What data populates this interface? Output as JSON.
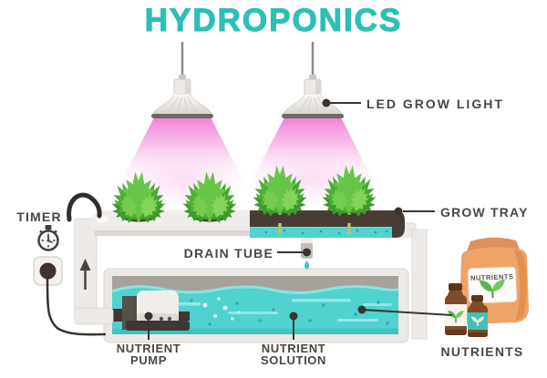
{
  "title": "HYDROPONICS",
  "labels": {
    "led_grow_light": "LED GROW LIGHT",
    "timer": "TIMER",
    "grow_tray": "GROW TRAY",
    "drain_tube": "DRAIN TUBE",
    "nutrient_pump": {
      "line1": "NUTRIENT",
      "line2": "PUMP"
    },
    "nutrient_solution": {
      "line1": "NUTRIENT",
      "line2": "SOLUTION"
    },
    "nutrients": "NUTRIENTS"
  },
  "products": {
    "bag_label": "NUTRIENTS"
  },
  "scene": {
    "lamp_count": 2,
    "plant_count": 4,
    "icons": [
      "led-grow-light-icon",
      "stopwatch-icon",
      "power-outlet-icon",
      "plant-icon",
      "water-drop-icon",
      "nutrient-pump-icon",
      "up-arrow-icon",
      "nutrients-bag-icon",
      "nutrient-bottle-icon",
      "sprout-icon"
    ]
  },
  "colors": {
    "title": "#2CC0B4",
    "grow_light_pink": "#F184D8",
    "water": "#4FD2D0",
    "leaf_green": "#5CBA3F",
    "tray_lid_brown": "#473C33",
    "bag_orange": "#EFA369",
    "label_text": "#4C4641",
    "connector": "#3A3430"
  }
}
